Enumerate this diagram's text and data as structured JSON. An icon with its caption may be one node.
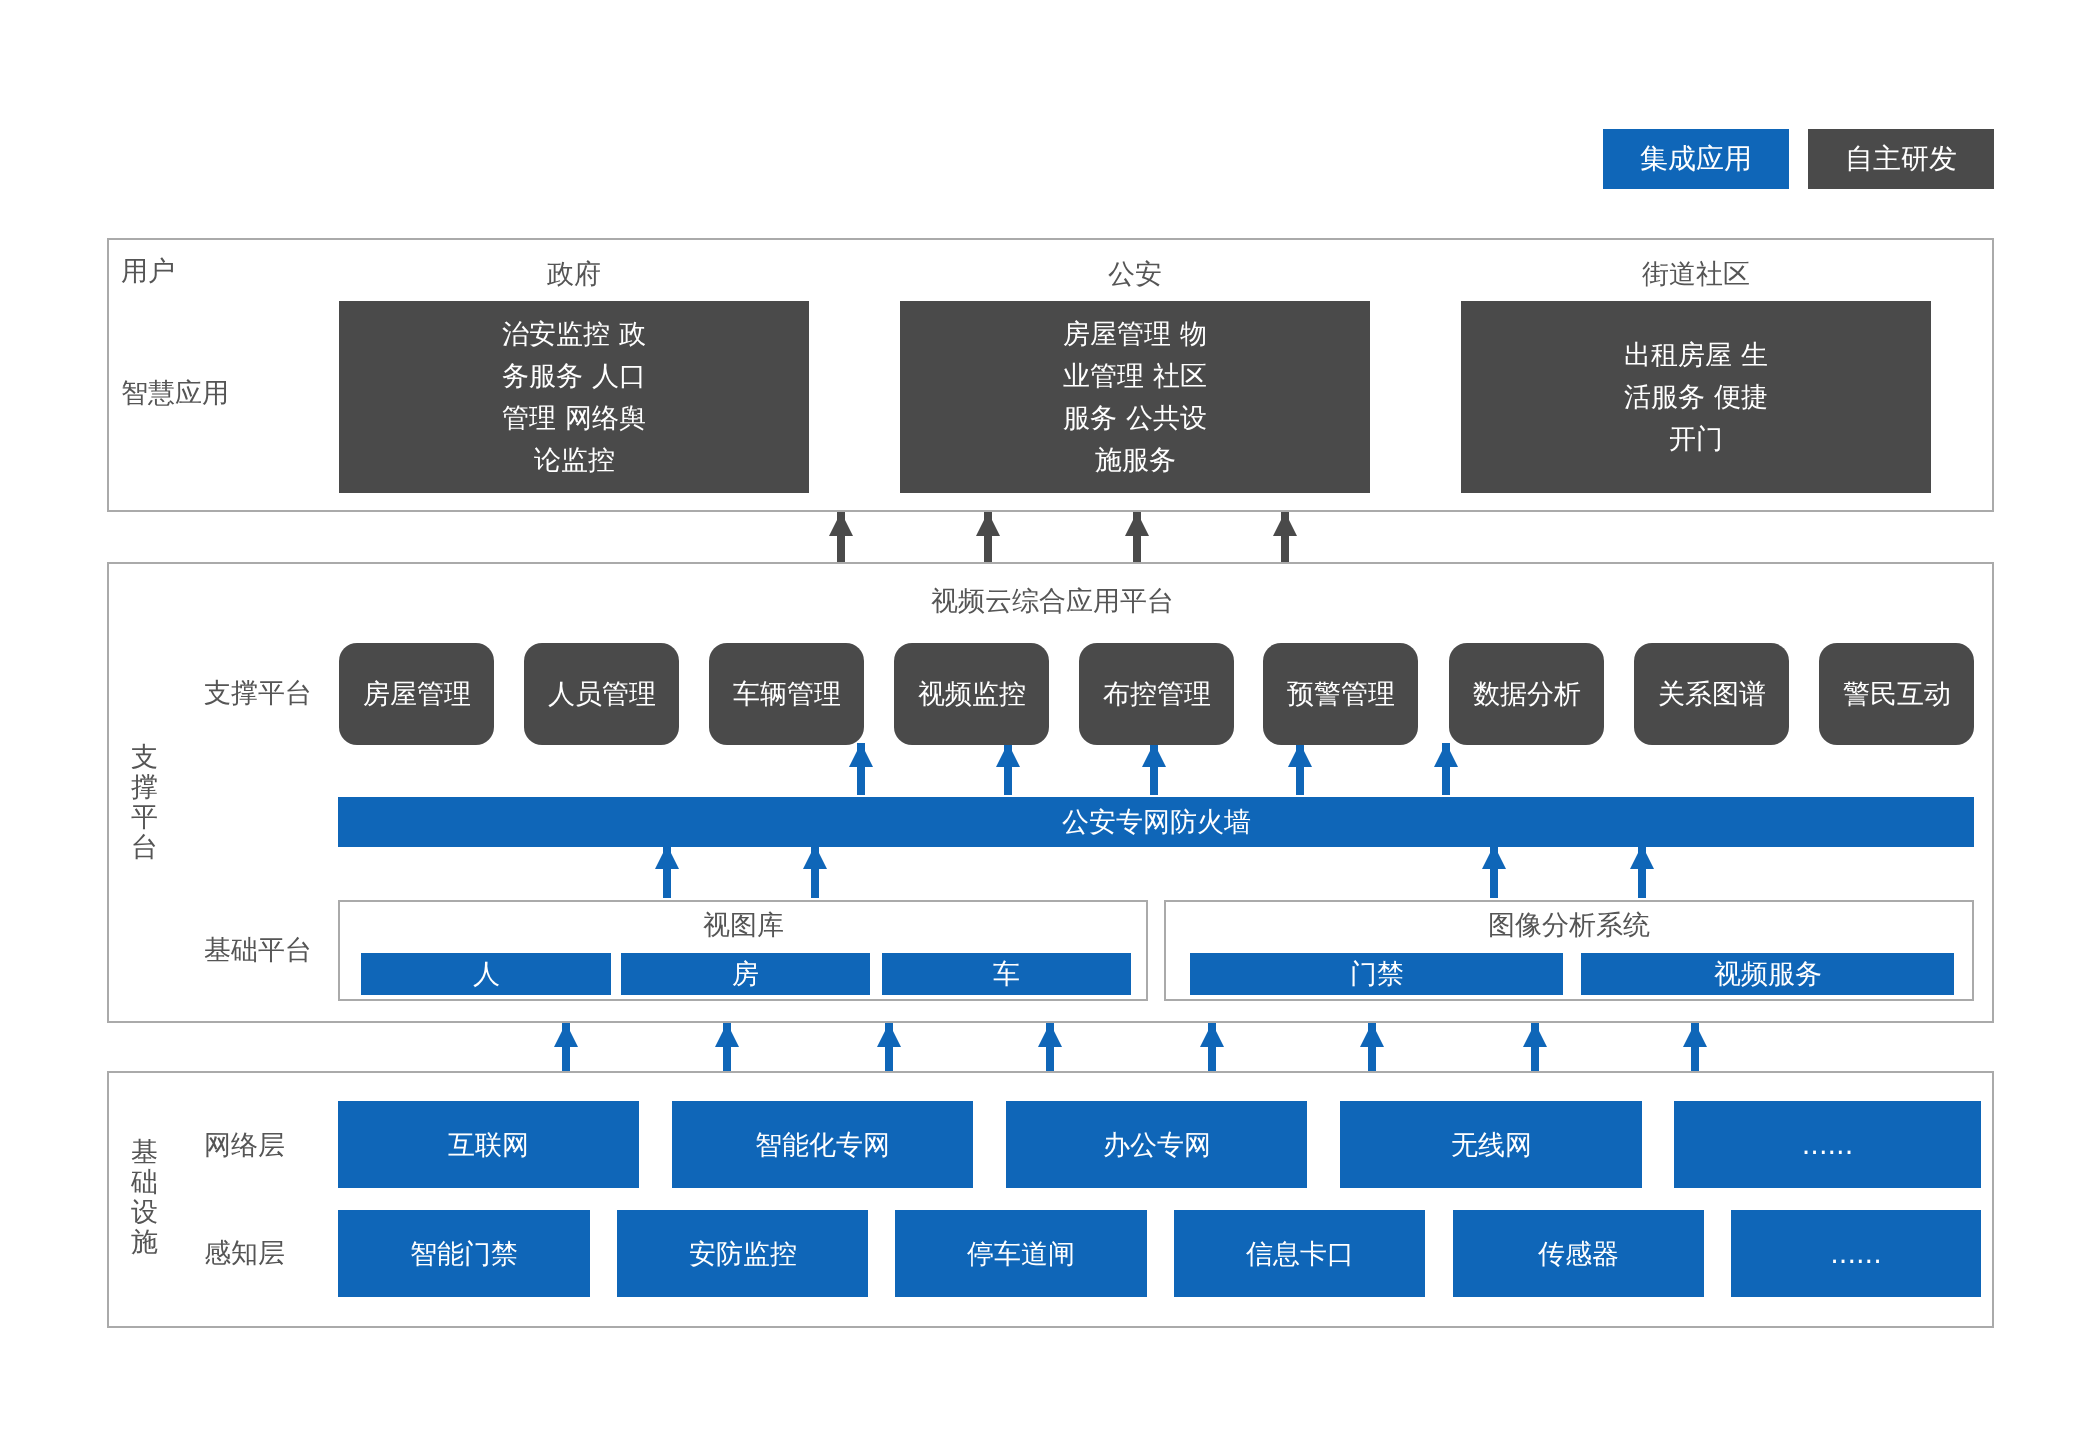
{
  "diagram": {
    "nodes": [
      {
        "text": [
          "用户",
          "智慧应用"
        ]
      },
      {
        "text": [
          "政府",
          "治安监控 政务服务 人口管理 网络舆论监控"
        ],
        "in": 0
      },
      {
        "text": [
          "公安",
          "房屋管理 物业管理 社区服务 公共设施服务"
        ],
        "in": 0
      },
      {
        "text": [
          "街道社区",
          "出租房屋 生活服务 便捷开门"
        ],
        "in": 0
      },
      {
        "text": [
          "支撑平台",
          "视频云综合应用平台",
          "支撑平台",
          "基础平台"
        ]
      },
      {
        "text": [
          "房屋管理"
        ],
        "in": 4
      },
      {
        "text": [
          "人员管理"
        ],
        "in": 4
      },
      {
        "text": [
          "车辆管理"
        ],
        "in": 4
      },
      {
        "text": [
          "视频监控"
        ],
        "in": 4
      },
      {
        "text": [
          "布控管理"
        ],
        "in": 4
      },
      {
        "text": [
          "预警管理"
        ],
        "in": 4
      },
      {
        "text": [
          "数据分析"
        ],
        "in": 4
      },
      {
        "text": [
          "关系图谱"
        ],
        "in": 4
      },
      {
        "text": [
          "警民互动"
        ],
        "in": 4
      },
      {
        "text": [
          "公安专网防火墙"
        ],
        "in": 4
      },
      {
        "text": [
          "视图库"
        ],
        "in": 4
      },
      {
        "text": [
          "人"
        ],
        "in": 15
      },
      {
        "text": [
          "房"
        ],
        "in": 15
      },
      {
        "text": [
          "车"
        ],
        "in": 15
      },
      {
        "text": [
          "图像分析系统"
        ],
        "in": 4
      },
      {
        "text": [
          "门禁"
        ],
        "in": 19
      },
      {
        "text": [
          "视频服务"
        ],
        "in": 19
      },
      {
        "text": [
          "基础设施",
          "网络层",
          "感知层"
        ]
      },
      {
        "text": [
          "互联网"
        ],
        "in": 22
      },
      {
        "text": [
          "智能化专网"
        ],
        "in": 22
      },
      {
        "text": [
          "办公专网"
        ],
        "in": 22
      },
      {
        "text": [
          "无线网"
        ],
        "in": 22
      },
      {
        "text": [
          "......"
        ],
        "in": 22
      },
      {
        "text": [
          "智能门禁"
        ],
        "in": 22
      },
      {
        "text": [
          "安防监控"
        ],
        "in": 22
      },
      {
        "text": [
          "停车道闸"
        ],
        "in": 22
      },
      {
        "text": [
          "信息卡口"
        ],
        "in": 22
      },
      {
        "text": [
          "传感器"
        ],
        "in": 22
      },
      {
        "text": [
          "......"
        ],
        "in": 22
      }
    ],
    "edges": [
      {
        "from": 4,
        "to": 0,
        "arrow": "to",
        "color": "#4a4a4a"
      },
      {
        "from": 4,
        "to": 0,
        "arrow": "to",
        "color": "#4a4a4a"
      },
      {
        "from": 4,
        "to": 0,
        "arrow": "to",
        "color": "#4a4a4a"
      },
      {
        "from": 4,
        "to": 0,
        "arrow": "to",
        "color": "#4a4a4a"
      },
      {
        "from": 14,
        "to": 7,
        "arrow": "to"
      },
      {
        "from": 14,
        "to": 8,
        "arrow": "to"
      },
      {
        "from": 14,
        "to": 9,
        "arrow": "to"
      },
      {
        "from": 14,
        "to": 10,
        "arrow": "to"
      },
      {
        "from": 14,
        "to": 11,
        "arrow": "to"
      },
      {
        "from": 15,
        "to": 14,
        "arrow": "to"
      },
      {
        "from": 15,
        "to": 14,
        "arrow": "to"
      },
      {
        "from": 19,
        "to": 14,
        "arrow": "to"
      },
      {
        "from": 19,
        "to": 14,
        "arrow": "to"
      },
      {
        "from": 22,
        "to": 4,
        "arrow": "to"
      },
      {
        "from": 22,
        "to": 4,
        "arrow": "to"
      },
      {
        "from": 22,
        "to": 4,
        "arrow": "to"
      },
      {
        "from": 22,
        "to": 4,
        "arrow": "to"
      },
      {
        "from": 22,
        "to": 4,
        "arrow": "to"
      },
      {
        "from": 22,
        "to": 4,
        "arrow": "to"
      },
      {
        "from": 22,
        "to": 4,
        "arrow": "to"
      },
      {
        "from": 22,
        "to": 4,
        "arrow": "to"
      }
    ],
    "legend": [
      {
        "text": "集成应用",
        "color": "#0f66b8"
      },
      {
        "text": "自主研发",
        "color": "#4a4a4a"
      }
    ]
  }
}
